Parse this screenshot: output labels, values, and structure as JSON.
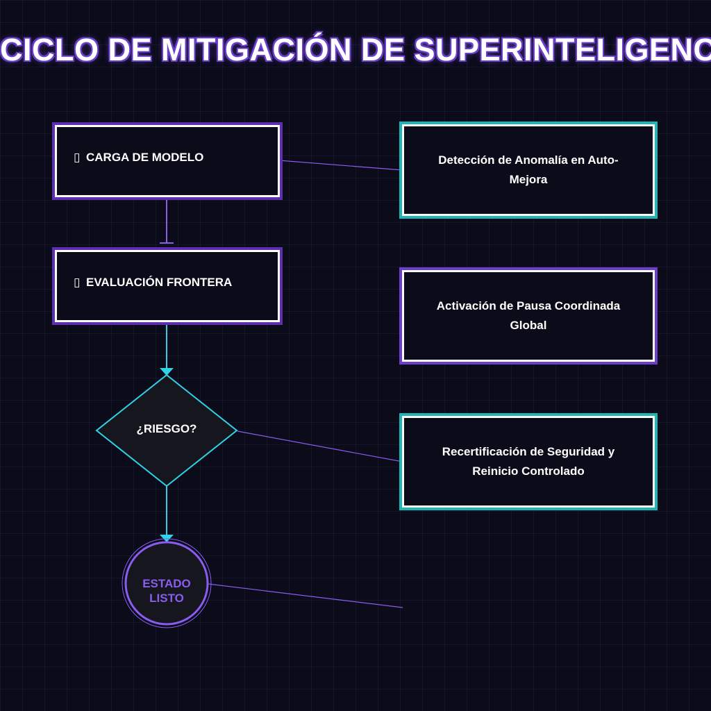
{
  "title": "CICLO DE MITIGACIÓN DE SUPERINTELIGENCIA",
  "nodes": {
    "load": {
      "icon": "box-glyph",
      "label": "CARGA DE MODELO"
    },
    "eval": {
      "icon": "box-glyph",
      "label": "EVALUACIÓN FRONTERA"
    },
    "decision": {
      "label": "¿RIESGO?"
    },
    "end": {
      "label": "ESTADO\nLISTO"
    }
  },
  "side_boxes": {
    "anomaly": {
      "label": "Detección de Anomalía en Auto-Mejora"
    },
    "pause": {
      "label": "Activación de Pausa Coordinada Global"
    },
    "recert": {
      "label": "Recertificación de Seguridad y Reinicio Controlado"
    }
  },
  "colors": {
    "background": "#0b0b1a",
    "accent_purple": "#8a5cf0",
    "accent_cyan": "#2fd4e8",
    "accent_teal": "#1fb5b5",
    "border_white": "#ffffff"
  }
}
